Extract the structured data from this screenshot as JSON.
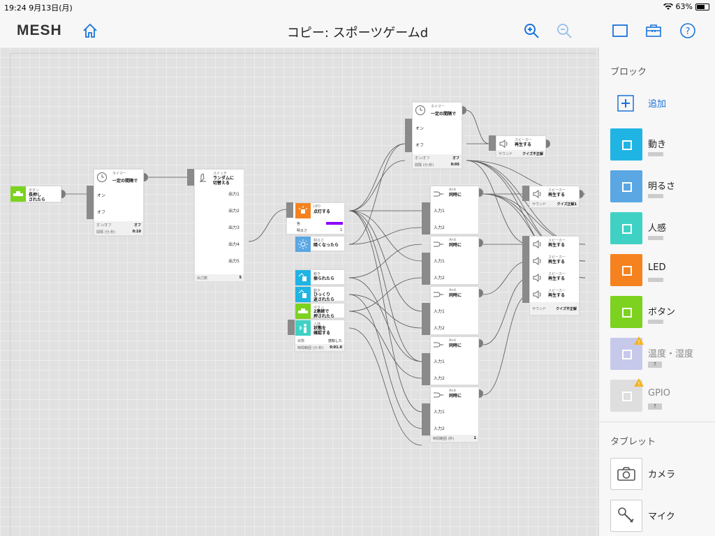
{
  "status": {
    "time": "19:24",
    "date": "9月13日(月)",
    "battery": "63%"
  },
  "app": {
    "logo": "MESH",
    "title": "コピー: スポーツゲームd"
  },
  "sidebar": {
    "block_title": "ブロック",
    "add": "追加",
    "blocks": [
      {
        "label": "動き",
        "color": "#1fb4e3"
      },
      {
        "label": "明るさ",
        "color": "#5aa7e3"
      },
      {
        "label": "人感",
        "color": "#3fd2c4"
      },
      {
        "label": "LED",
        "color": "#f5821f"
      },
      {
        "label": "ボタン",
        "color": "#7cd21f"
      },
      {
        "label": "温度・湿度",
        "color": "#c7c9eb",
        "badge": "?"
      },
      {
        "label": "GPIO",
        "color": "#dedede",
        "badge": "?"
      }
    ],
    "tablet_title": "タブレット",
    "tablet": [
      {
        "label": "カメラ"
      },
      {
        "label": "マイク"
      }
    ]
  },
  "nodes": {
    "button1": {
      "cat": "ボタン",
      "act": "長押し\nされたら"
    },
    "timer1": {
      "cat": "タイマー",
      "act": "一定の間隔で",
      "on": "オン",
      "off": "オフ",
      "f1": "オン/オフ",
      "f1v": "オフ",
      "f2": "間隔 (分:秒)",
      "f2v": "0:10"
    },
    "switch1": {
      "cat": "スイッチ",
      "act": "ランダムに\n切替える",
      "outs": [
        "出力1",
        "出力2",
        "出力3",
        "出力4",
        "出力5"
      ],
      "f": "出力数",
      "fv": "5"
    },
    "led1": {
      "cat": "LED",
      "act": "点灯する",
      "f1": "色",
      "f2": "明るさ",
      "f2v": "1"
    },
    "bright1": {
      "cat": "明るさ",
      "act": "暗くなったら"
    },
    "move1": {
      "cat": "動き",
      "act": "振られたら"
    },
    "move2": {
      "cat": "動き",
      "act": "ひっくり\n返されたら"
    },
    "button2": {
      "cat": "ボタン",
      "act": "2連続で\n押されたら"
    },
    "human1": {
      "cat": "人感",
      "act": "状態を\n確認する",
      "f1": "状態",
      "f1v": "感知した",
      "f2": "時間範囲 (分:秒)",
      "f2v": "0:01.0"
    },
    "timer2": {
      "cat": "タイマー",
      "act": "一定の間隔で",
      "on": "オン",
      "off": "オフ",
      "f1": "オン/オフ",
      "f1v": "オフ",
      "f2": "間隔 (分:秒)",
      "f2v": "0:05"
    },
    "speaker1": {
      "cat": "スピーカー",
      "act": "再生する",
      "f": "サウンド",
      "fv": "クイズ不正解"
    },
    "speaker2": {
      "cat": "スピーカー",
      "act": "再生する",
      "f": "サウンド",
      "fv": "クイズ正解1"
    },
    "speakerStack": {
      "cat": "スピーカー",
      "act": "再生する",
      "f": "サウンド",
      "fv": "クイズ不正解"
    },
    "and": {
      "cat": "And",
      "act": "同時に",
      "in1": "入力1",
      "in2": "入力2",
      "f": "時間範囲 (秒)",
      "fv": "1"
    }
  },
  "colors": {
    "led_color": "#8b00ff",
    "wire": "#555555"
  }
}
